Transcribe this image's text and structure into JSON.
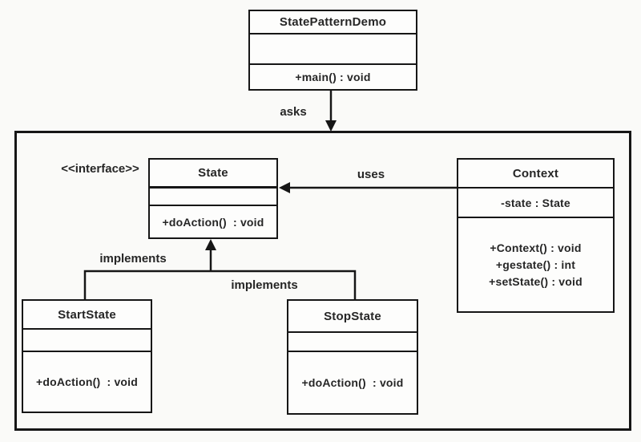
{
  "canvas": {
    "background": "#fafaf8",
    "line_color": "#161616",
    "text_color": "#262626",
    "box_fill": "#fdfdfc"
  },
  "classes": {
    "demo": {
      "name": "StatePatternDemo",
      "methods": [
        "+main() : void"
      ]
    },
    "state": {
      "stereotype": "<<interface>>",
      "name": "State",
      "methods": [
        "+doAction()  : void"
      ]
    },
    "context": {
      "name": "Context",
      "attributes": [
        "-state : State"
      ],
      "methods": [
        "+Context() : void",
        "+gestate() : int",
        "+setState() : void"
      ]
    },
    "start": {
      "name": "StartState",
      "methods": [
        "+doAction()  : void"
      ]
    },
    "stop": {
      "name": "StopState",
      "methods": [
        "+doAction()  : void"
      ]
    }
  },
  "edges": {
    "asks": "asks",
    "uses": "uses",
    "implements_start": "implements",
    "implements_stop": "implements"
  }
}
